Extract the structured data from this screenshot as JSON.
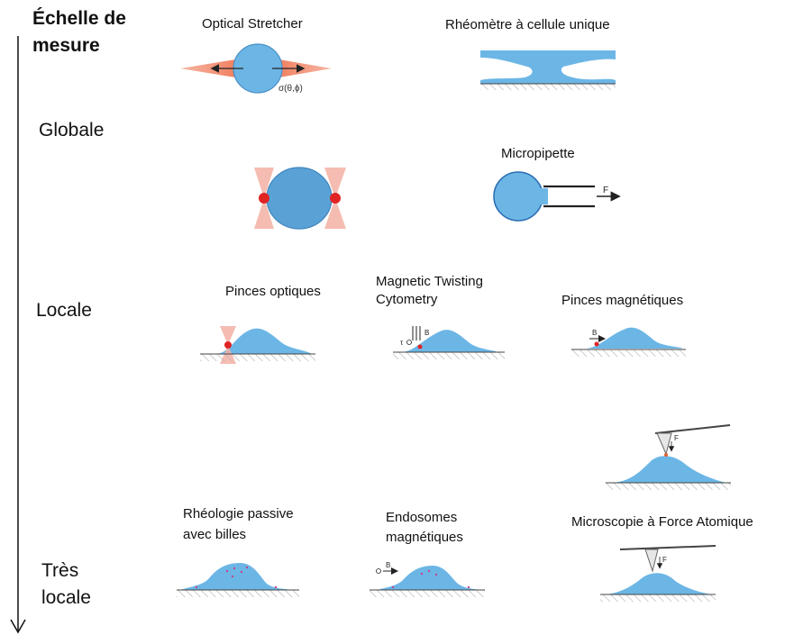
{
  "axis": {
    "title_line1": "Échelle de",
    "title_line2": "mesure"
  },
  "scales": {
    "globale": "Globale",
    "locale": "Locale",
    "tres_locale_line1": "Très",
    "tres_locale_line2": "locale"
  },
  "techniques": {
    "optical_stretcher": "Optical Stretcher",
    "optical_stretcher_symbol": "σ(θ,ϕ)",
    "rheometre": "Rhéomètre à cellule unique",
    "micropipette": "Micropipette",
    "micropipette_force": "F",
    "pinces_optiques": "Pinces optiques",
    "mtc_line1": "Magnetic Twisting",
    "mtc_line2": "Cytometry",
    "mtc_torque": "τ",
    "mtc_field": "B",
    "pinces_magnetiques": "Pinces magnétiques",
    "pinces_magnetiques_field": "B",
    "rheologie_line1": "Rhéologie passive",
    "rheologie_line2": "avec billes",
    "endosomes_line1": "Endosomes",
    "endosomes_line2": "magnétiques",
    "endosomes_field": "B",
    "afm": "Microscopie à Force Atomique",
    "afm_force": "F"
  },
  "colors": {
    "cell": "#6cb6e6",
    "cell_dark": "#4a90c8",
    "laser": "#f08060",
    "bead": "#e02424"
  }
}
